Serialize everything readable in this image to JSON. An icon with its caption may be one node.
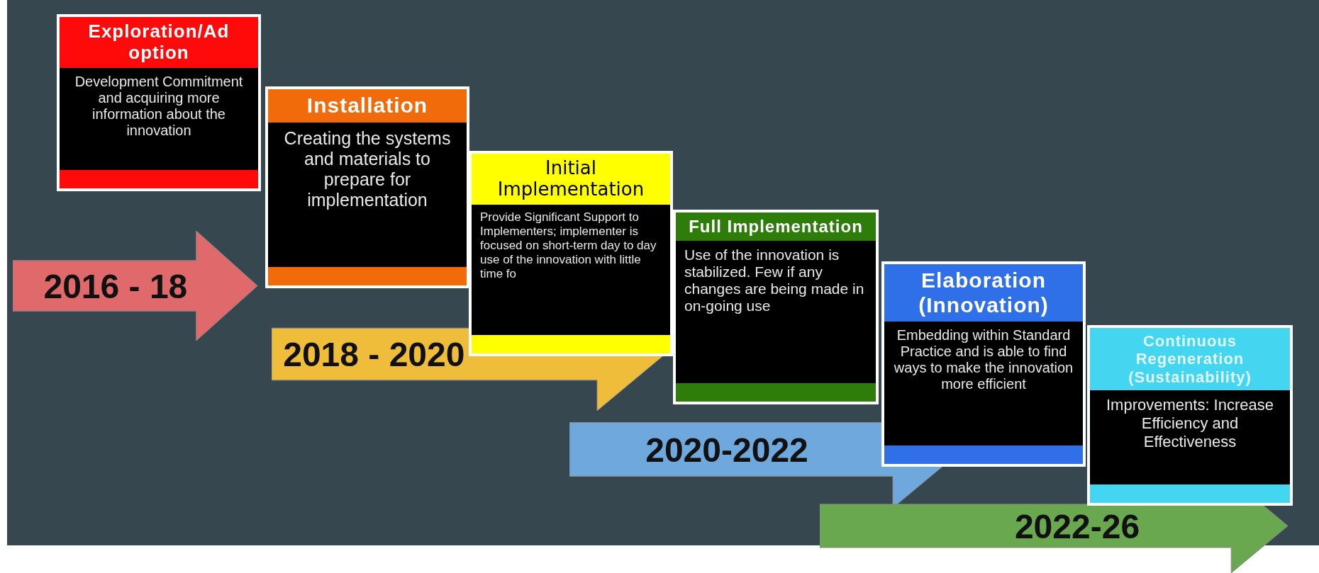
{
  "diagram": {
    "nodes": [
      {
        "text": [
          "Exploration/Ad option",
          "Development Commitment and acquiring more information about the innovation"
        ]
      },
      {
        "text": [
          "Installation",
          "Creating the systems and materials to prepare for implementation"
        ]
      },
      {
        "text": [
          "Initial Implementation",
          "Provide Significant Support to Implementers; implementer is focused on short-term day to day use of the innovation with little time fo"
        ]
      },
      {
        "text": [
          "Full Implementation",
          "Use of the innovation is stabilized.  Few if any changes are being made in on-going use"
        ]
      },
      {
        "text": [
          "Elaboration (Innovation)",
          "Embedding within Standard Practice and is able to find ways to make the innovation more efficient"
        ]
      },
      {
        "text": [
          "Continuous Regeneration (Sustainability)",
          "Improvements: Increase Efficiency and Effectiveness"
        ]
      },
      {
        "text": [
          "2016 - 18"
        ]
      },
      {
        "text": [
          "2018 - 2020"
        ]
      },
      {
        "text": [
          "2020-2022"
        ]
      },
      {
        "text": [
          "2022-26"
        ]
      }
    ]
  }
}
